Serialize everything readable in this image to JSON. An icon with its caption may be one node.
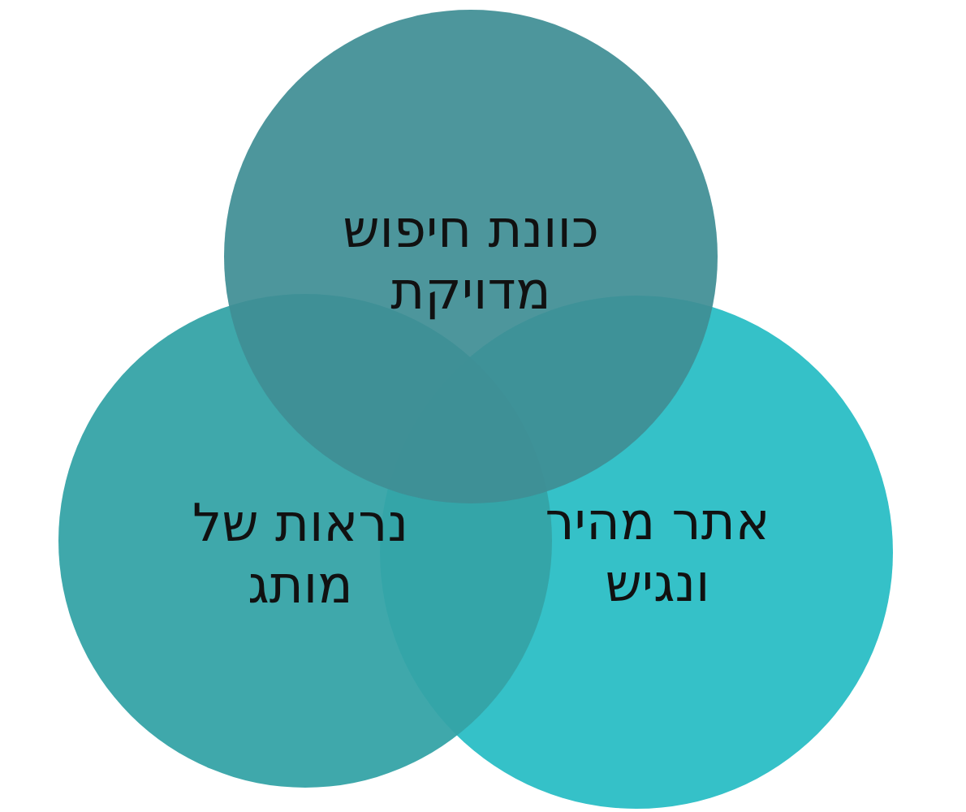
{
  "diagram": {
    "nodes": [
      {
        "text": [
          "כוונת חיפוש מדויקת"
        ]
      },
      {
        "text": [
          "נראות של מותג"
        ]
      },
      {
        "text": [
          "אתר מהיר ונגיש"
        ]
      }
    ]
  }
}
